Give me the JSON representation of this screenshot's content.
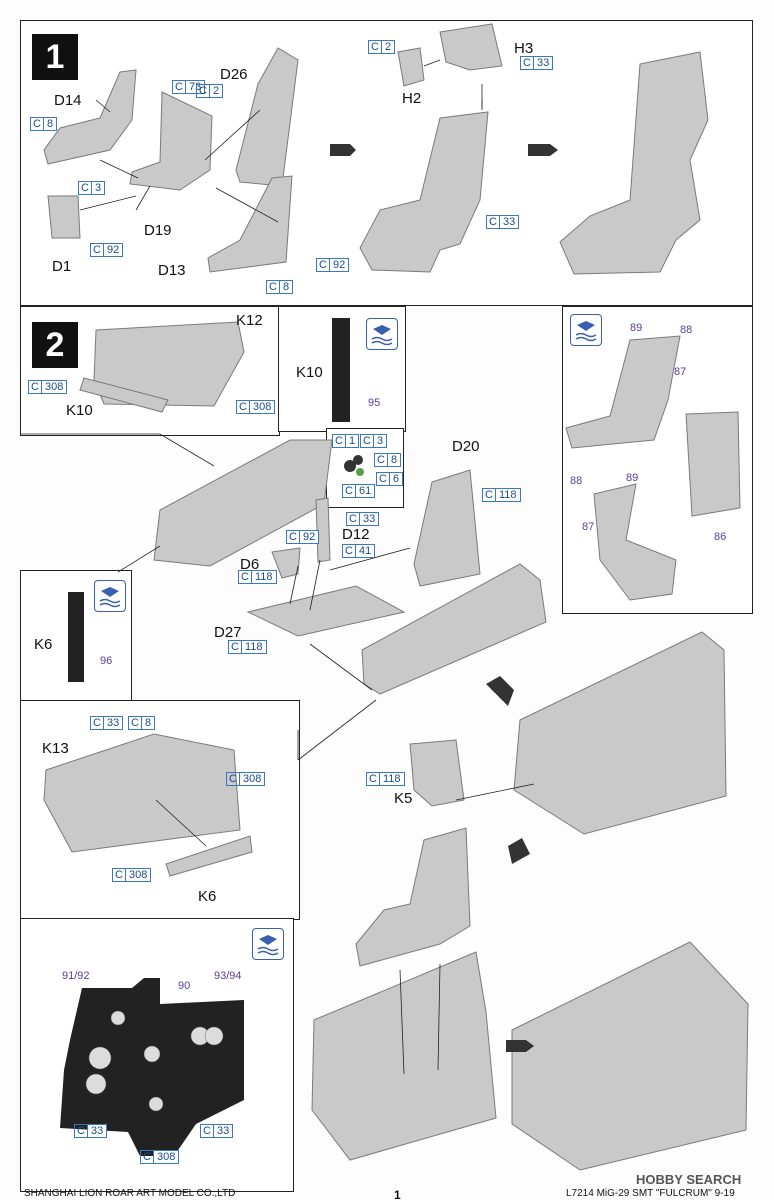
{
  "steps": [
    {
      "number": "1"
    },
    {
      "number": "2"
    }
  ],
  "step1": {
    "labels": {
      "d14": "D14",
      "d26": "D26",
      "d19": "D19",
      "d1": "D1",
      "d13": "D13",
      "h2": "H2",
      "h3": "H3"
    },
    "codes": [
      {
        "letter": "C",
        "num": "8"
      },
      {
        "letter": "C",
        "num": "73"
      },
      {
        "letter": "C",
        "num": "2"
      },
      {
        "letter": "C",
        "num": "3"
      },
      {
        "letter": "C",
        "num": "92"
      },
      {
        "letter": "C",
        "num": "8"
      },
      {
        "letter": "C",
        "num": "2"
      },
      {
        "letter": "C",
        "num": "33"
      },
      {
        "letter": "C",
        "num": "33"
      },
      {
        "letter": "C",
        "num": "92"
      }
    ]
  },
  "step2": {
    "labels": {
      "k12": "K12",
      "k10": "K10",
      "k10b": "K10",
      "d20": "D20",
      "d12": "D12",
      "d6": "D6",
      "d27": "D27",
      "k6": "K6",
      "k6b": "K6",
      "k13": "K13",
      "k5": "K5"
    },
    "codes": [
      {
        "letter": "C",
        "num": "308"
      },
      {
        "letter": "C",
        "num": "308"
      },
      {
        "letter": "C",
        "num": "1"
      },
      {
        "letter": "C",
        "num": "3"
      },
      {
        "letter": "C",
        "num": "8"
      },
      {
        "letter": "C",
        "num": "6"
      },
      {
        "letter": "C",
        "num": "61"
      },
      {
        "letter": "C",
        "num": "33"
      },
      {
        "letter": "C",
        "num": "92"
      },
      {
        "letter": "C",
        "num": "41"
      },
      {
        "letter": "C",
        "num": "118"
      },
      {
        "letter": "C",
        "num": "118"
      },
      {
        "letter": "C",
        "num": "118"
      },
      {
        "letter": "C",
        "num": "33"
      },
      {
        "letter": "C",
        "num": "8"
      },
      {
        "letter": "C",
        "num": "308"
      },
      {
        "letter": "C",
        "num": "308"
      },
      {
        "letter": "C",
        "num": "118"
      },
      {
        "letter": "C",
        "num": "33"
      },
      {
        "letter": "C",
        "num": "33"
      },
      {
        "letter": "C",
        "num": "308"
      }
    ],
    "decals": {
      "n95": "95",
      "n96": "96",
      "n89a": "89",
      "n88a": "88",
      "n87a": "87",
      "n86": "86",
      "n88b": "88",
      "n89b": "89",
      "n87b": "87",
      "n9192": "91/92",
      "n90": "90",
      "n9394": "93/94"
    }
  },
  "footer": {
    "left": "SHANGHAI LION ROAR ART MODEL CO.,LTD",
    "page": "1",
    "right": "L7214  MiG-29  SMT  \"FULCRUM\"  9-19",
    "watermark": "HOBBY SEARCH"
  },
  "colors": {
    "part": "#c8c8c8",
    "partDark": "#8e8e8e",
    "code": "#3a78c4",
    "decal": "#5a3d99",
    "panelBorder": "#222"
  }
}
